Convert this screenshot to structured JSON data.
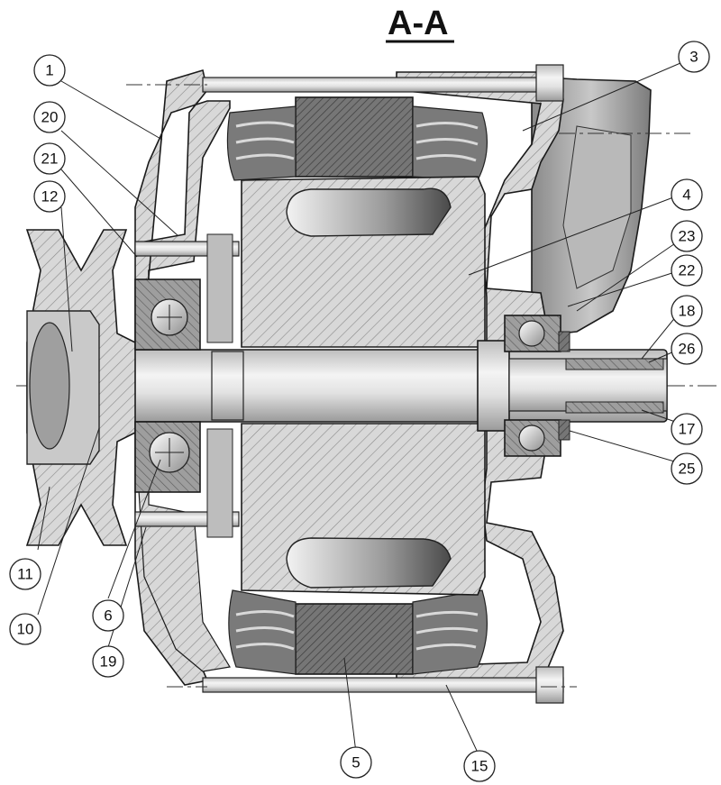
{
  "title": "A-A",
  "callouts": [
    "1",
    "20",
    "21",
    "12",
    "11",
    "10",
    "6",
    "19",
    "5",
    "15",
    "3",
    "4",
    "23",
    "22",
    "18",
    "26",
    "17",
    "25"
  ],
  "colors": {
    "housing": "#a8a8a8",
    "housing_light": "#c6c6c6",
    "rotor": "#d7d7d7",
    "stator": "#6f6f6f",
    "winding": "#8a8a8a",
    "shaft": "#e6e6e6",
    "pulley": "#cfcfcf",
    "edge": "#1a1a1a"
  }
}
